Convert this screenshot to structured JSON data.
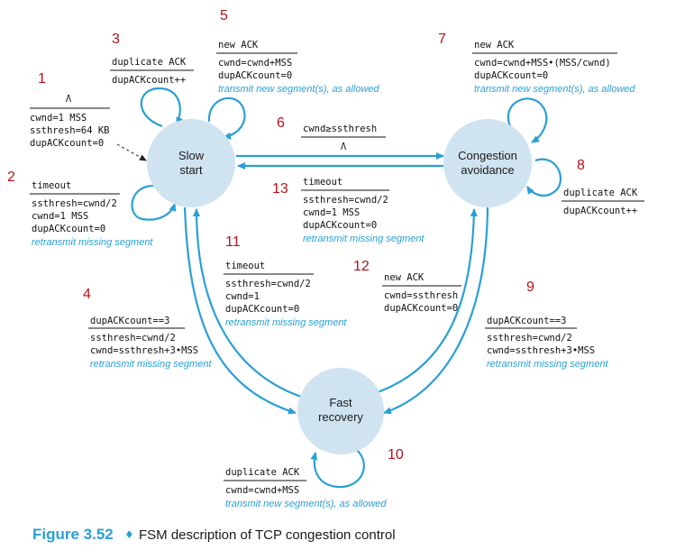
{
  "states": {
    "slow_start": [
      "Slow",
      "start"
    ],
    "congestion_avoidance": [
      "Congestion",
      "avoidance"
    ],
    "fast_recovery": [
      "Fast",
      "recovery"
    ]
  },
  "transitions": {
    "t1": {
      "num": "1",
      "cond": "Λ",
      "actions": [
        "cwnd=1 MSS",
        "ssthresh=64 KB",
        "dupACKcount=0"
      ]
    },
    "t2": {
      "num": "2",
      "cond": "timeout",
      "actions": [
        "ssthresh=cwnd/2",
        "cwnd=1 MSS",
        "dupACKcount=0"
      ],
      "note": "retransmit missing segment"
    },
    "t3": {
      "num": "3",
      "cond": "duplicate ACK",
      "actions": [
        "dupACKcount++"
      ]
    },
    "t4": {
      "num": "4",
      "cond": "dupACKcount==3",
      "actions": [
        "ssthresh=cwnd/2",
        "cwnd=ssthresh+3•MSS"
      ],
      "note": "retransmit missing segment"
    },
    "t5": {
      "num": "5",
      "cond": "new ACK",
      "actions": [
        "cwnd=cwnd+MSS",
        "dupACKcount=0"
      ],
      "note": "transmit new segment(s), as allowed"
    },
    "t6": {
      "num": "6",
      "cond": "cwnd≥ssthresh",
      "actions": [
        "Λ"
      ]
    },
    "t7": {
      "num": "7",
      "cond": "new ACK",
      "actions": [
        "cwnd=cwnd+MSS•(MSS/cwnd)",
        "dupACKcount=0"
      ],
      "note": "transmit new segment(s), as allowed"
    },
    "t8": {
      "num": "8",
      "cond": "duplicate ACK",
      "actions": [
        "dupACKcount++"
      ]
    },
    "t9": {
      "num": "9",
      "cond": "dupACKcount==3",
      "actions": [
        "ssthresh=cwnd/2",
        "cwnd=ssthresh+3•MSS"
      ],
      "note": "retransmit missing segment"
    },
    "t10": {
      "num": "10",
      "cond": "duplicate ACK",
      "actions": [
        "cwnd=cwnd+MSS"
      ],
      "note": "transmit new segment(s), as allowed"
    },
    "t11": {
      "num": "11",
      "cond": "timeout",
      "actions": [
        "ssthresh=cwnd/2",
        "cwnd=1",
        "dupACKcount=0"
      ],
      "note": "retransmit missing segment"
    },
    "t12": {
      "num": "12",
      "cond": "new ACK",
      "actions": [
        "cwnd=ssthresh",
        "dupACKcount=0"
      ]
    },
    "t13": {
      "num": "13",
      "cond": "timeout",
      "actions": [
        "ssthresh=cwnd/2",
        "cwnd=1 MSS",
        "dupACKcount=0"
      ],
      "note": "retransmit missing segment"
    }
  },
  "caption": {
    "label": "Figure 3.52",
    "separator": "♦",
    "text": "FSM description of TCP congestion control"
  },
  "colors": {
    "state_fill": "#cfe3f1",
    "arrow": "#2a9fd6",
    "number": "#b5121b",
    "note": "#2a9fd6"
  }
}
